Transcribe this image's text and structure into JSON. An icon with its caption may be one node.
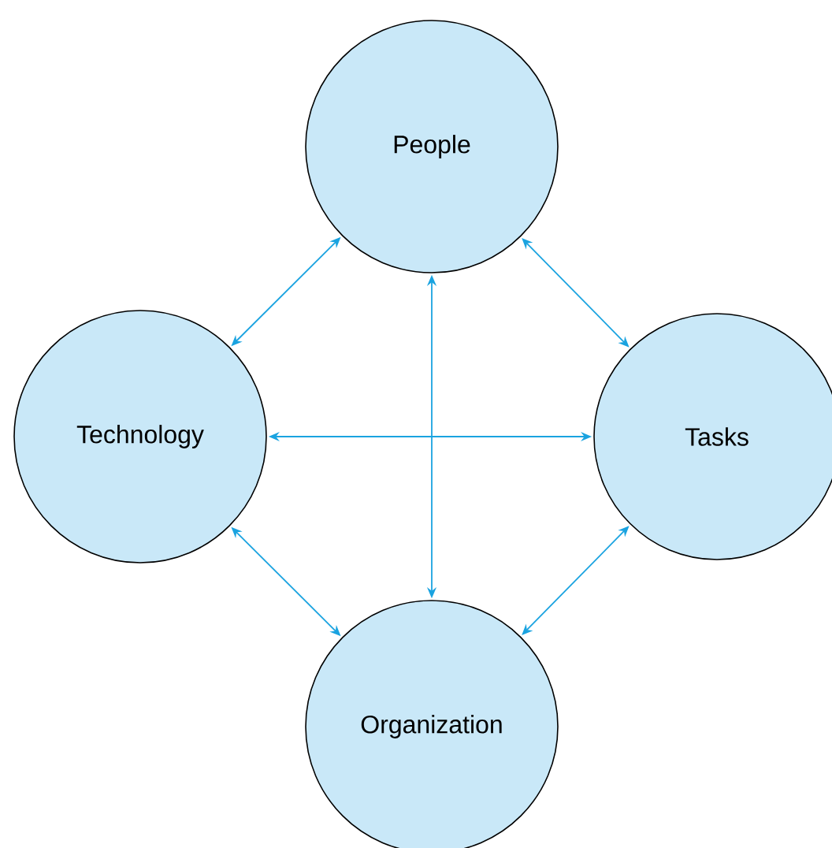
{
  "diagram": {
    "nodes": [
      {
        "text": [
          "People"
        ]
      },
      {
        "text": [
          "Technology"
        ]
      },
      {
        "text": [
          "Tasks"
        ]
      },
      {
        "text": [
          "Organization"
        ]
      }
    ],
    "edges": [
      {
        "from": 0,
        "to": 1,
        "arrow": "both"
      },
      {
        "from": 0,
        "to": 2,
        "arrow": "both"
      },
      {
        "from": 0,
        "to": 3,
        "arrow": "both"
      },
      {
        "from": 1,
        "to": 2,
        "arrow": "both"
      },
      {
        "from": 1,
        "to": 3,
        "arrow": "both"
      },
      {
        "from": 2,
        "to": 3,
        "arrow": "both"
      }
    ]
  }
}
